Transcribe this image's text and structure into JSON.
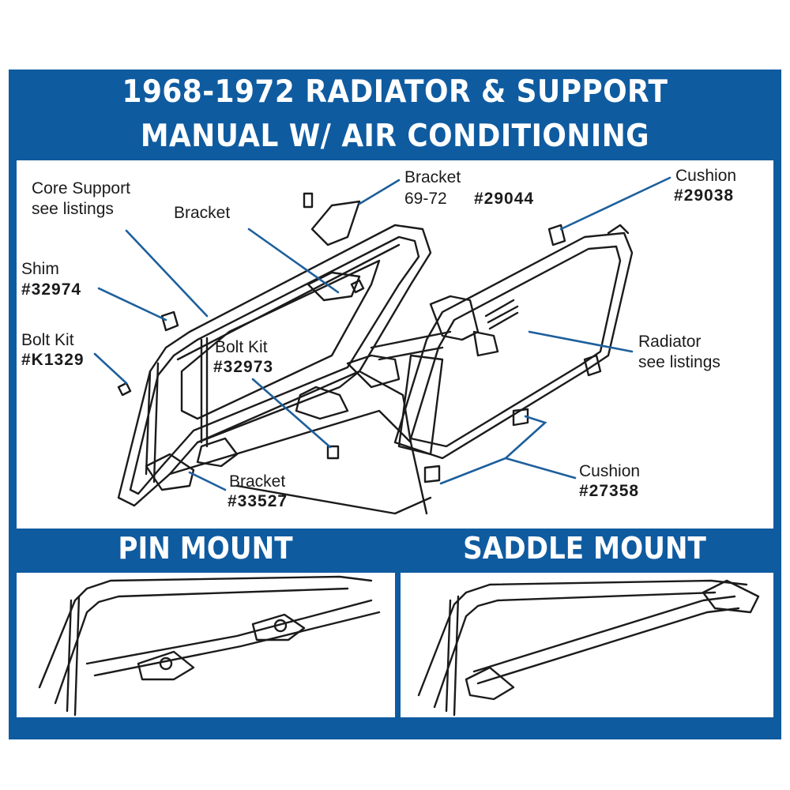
{
  "header": {
    "title_line1": "1968-1972 RADIATOR & SUPPORT",
    "title_line2": "MANUAL W/ AIR CONDITIONING"
  },
  "callouts": {
    "core_support": {
      "line1": "Core Support",
      "line2": "see listings"
    },
    "bracket_top": {
      "line1": "Bracket",
      "line2": "69-72",
      "part": "#29044"
    },
    "cushion_top": {
      "line1": "Cushion",
      "part": "#29038"
    },
    "bracket_mid": {
      "line1": "Bracket"
    },
    "shim": {
      "line1": "Shim",
      "part": "#32974"
    },
    "bolt_kit_left": {
      "line1": "Bolt Kit",
      "part": "#K1329"
    },
    "bolt_kit_center": {
      "line1": "Bolt Kit",
      "part": "#32973"
    },
    "radiator": {
      "line1": "Radiator",
      "line2": "see listings"
    },
    "cushion_bottom": {
      "line1": "Cushion",
      "part": "#27358"
    },
    "bracket_bottom": {
      "line1": "Bracket",
      "part": "#33527"
    }
  },
  "sections": {
    "pin_mount": "PIN MOUNT",
    "saddle_mount": "SADDLE MOUNT"
  },
  "colors": {
    "brand_blue": "#0f5ba0",
    "leader_blue": "#1d5f9c",
    "line_art": "#1b1b1b"
  }
}
